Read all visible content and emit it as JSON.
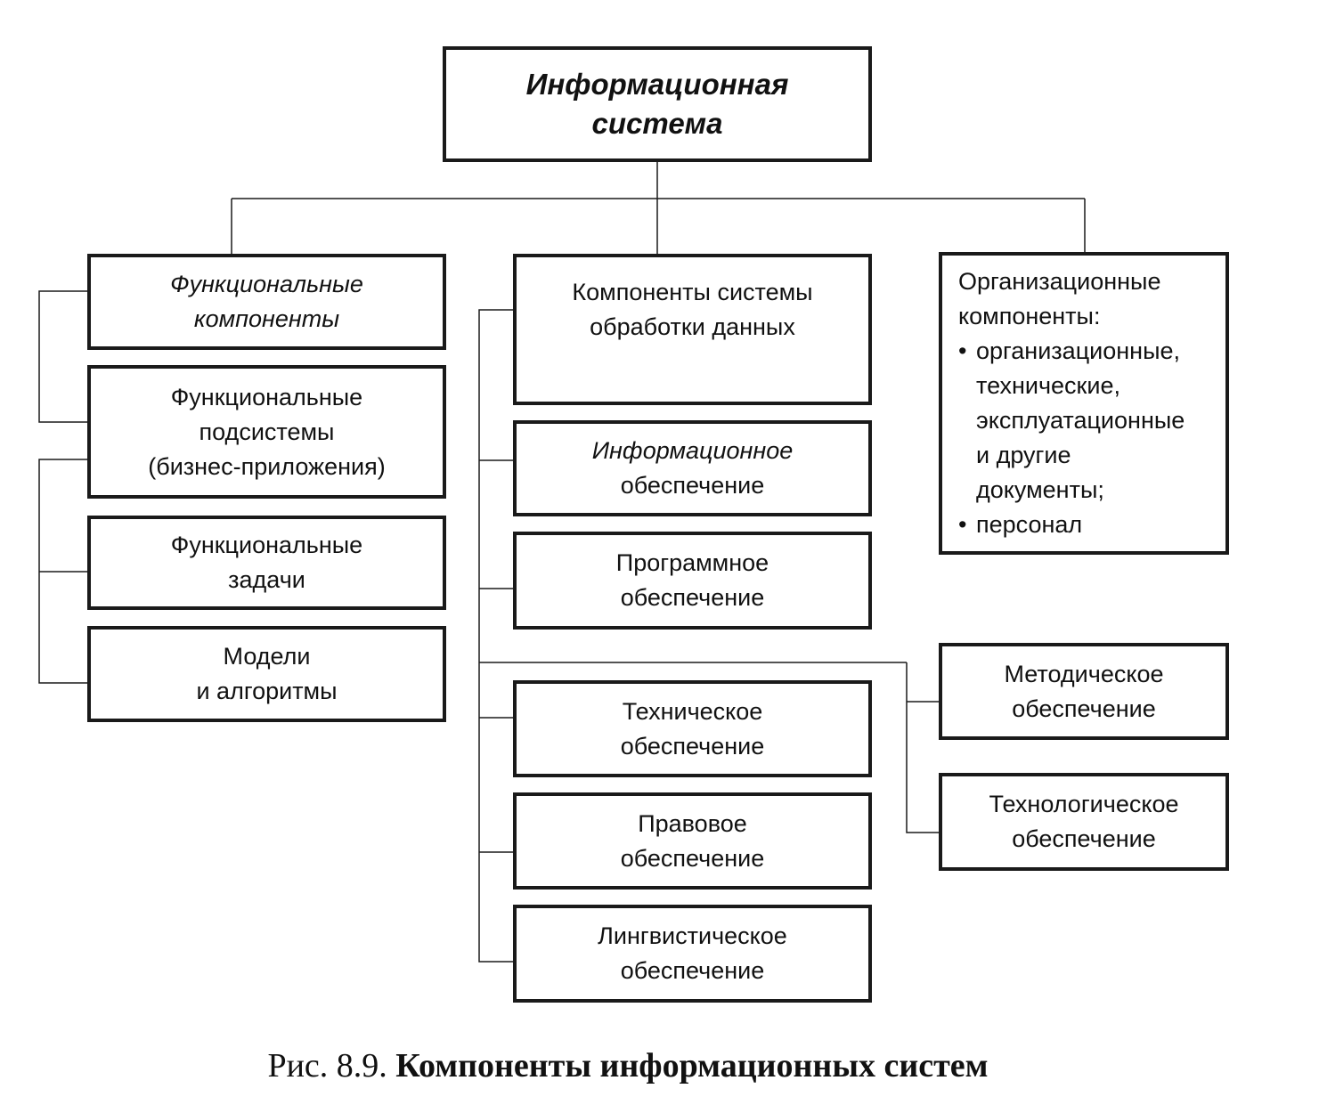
{
  "diagram": {
    "root": {
      "lines": [
        "Информационная",
        "система"
      ]
    },
    "functional": {
      "header": [
        "Функциональные",
        "компоненты"
      ],
      "subsystems": [
        "Функциональные",
        "подсистемы",
        "(бизнес-приложения)"
      ],
      "tasks": [
        "Функциональные",
        "задачи"
      ],
      "models": [
        "Модели",
        "и алгоритмы"
      ]
    },
    "data_processing": {
      "header": [
        "Компоненты системы",
        "обработки данных"
      ],
      "information": [
        "Информационное",
        "обеспечение"
      ],
      "software": [
        "Программное",
        "обеспечение"
      ],
      "technical": [
        "Техническое",
        "обеспечение"
      ],
      "legal": [
        "Правовое",
        "обеспечение"
      ],
      "linguistic": [
        "Лингвистическое",
        "обеспечение"
      ]
    },
    "organizational": {
      "header": [
        "Организационные",
        "компоненты:"
      ],
      "bullet_symbol": "•",
      "bullets": [
        [
          "организационные,",
          "технические,",
          "эксплуатационные",
          "и другие",
          "документы;"
        ],
        [
          "персонал"
        ]
      ]
    },
    "methodical": [
      "Методическое",
      "обеспечение"
    ],
    "technological": [
      "Технологическое",
      "обеспечение"
    ]
  },
  "caption": {
    "label": "Рис. 8.9.",
    "title": "Компоненты информационных систем"
  }
}
